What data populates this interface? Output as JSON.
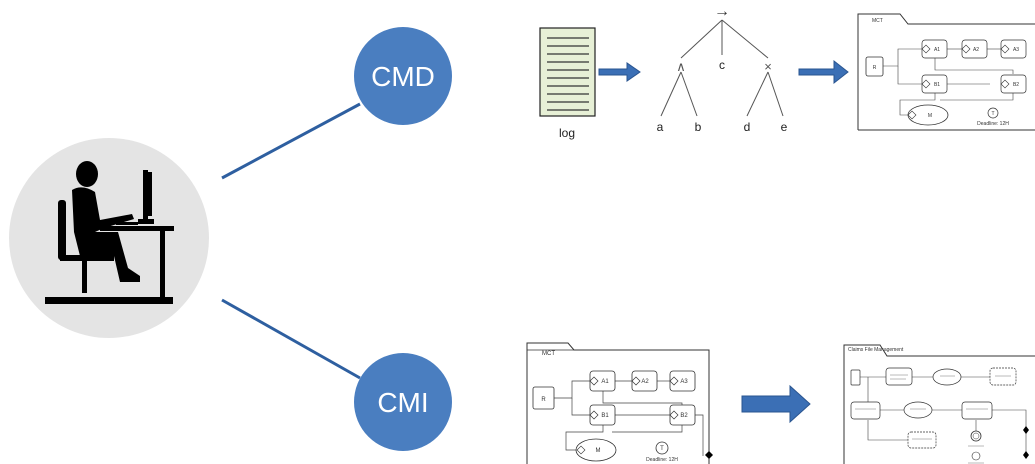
{
  "colors": {
    "circle_blue": "#4a7ec0",
    "arrow_blue": "#3b6fb5",
    "connector_line": "#2e5fa0",
    "person_bg": "#e4e4e4",
    "log_fill": "#e7f0d6"
  },
  "nodes": {
    "cmd": "CMD",
    "cmi": "CMI"
  },
  "log": {
    "label": "log"
  },
  "tree": {
    "top_operator": "→",
    "left_operator": "∧",
    "right_operator": "×",
    "leaf_c": "c",
    "leaf_a": "a",
    "leaf_b": "b",
    "leaf_d": "d",
    "leaf_e": "e"
  },
  "model_top": {
    "header": "MCT",
    "start": "R",
    "tasks": [
      "A1",
      "A2",
      "A3",
      "B1",
      "B2"
    ],
    "milestone": "M",
    "timer": "T",
    "deadline": "Deadline: 12H"
  },
  "model_mid": {
    "header": "MCT",
    "start": "R",
    "tasks": [
      "A1",
      "A2",
      "A3",
      "B1",
      "B2"
    ],
    "milestone": "M",
    "timer": "T",
    "deadline": "Deadline: 12H"
  },
  "model_right": {
    "header": "Claims File Management"
  },
  "icons": [
    "person-at-computer-icon",
    "document-lines-icon",
    "right-arrow-icon"
  ]
}
